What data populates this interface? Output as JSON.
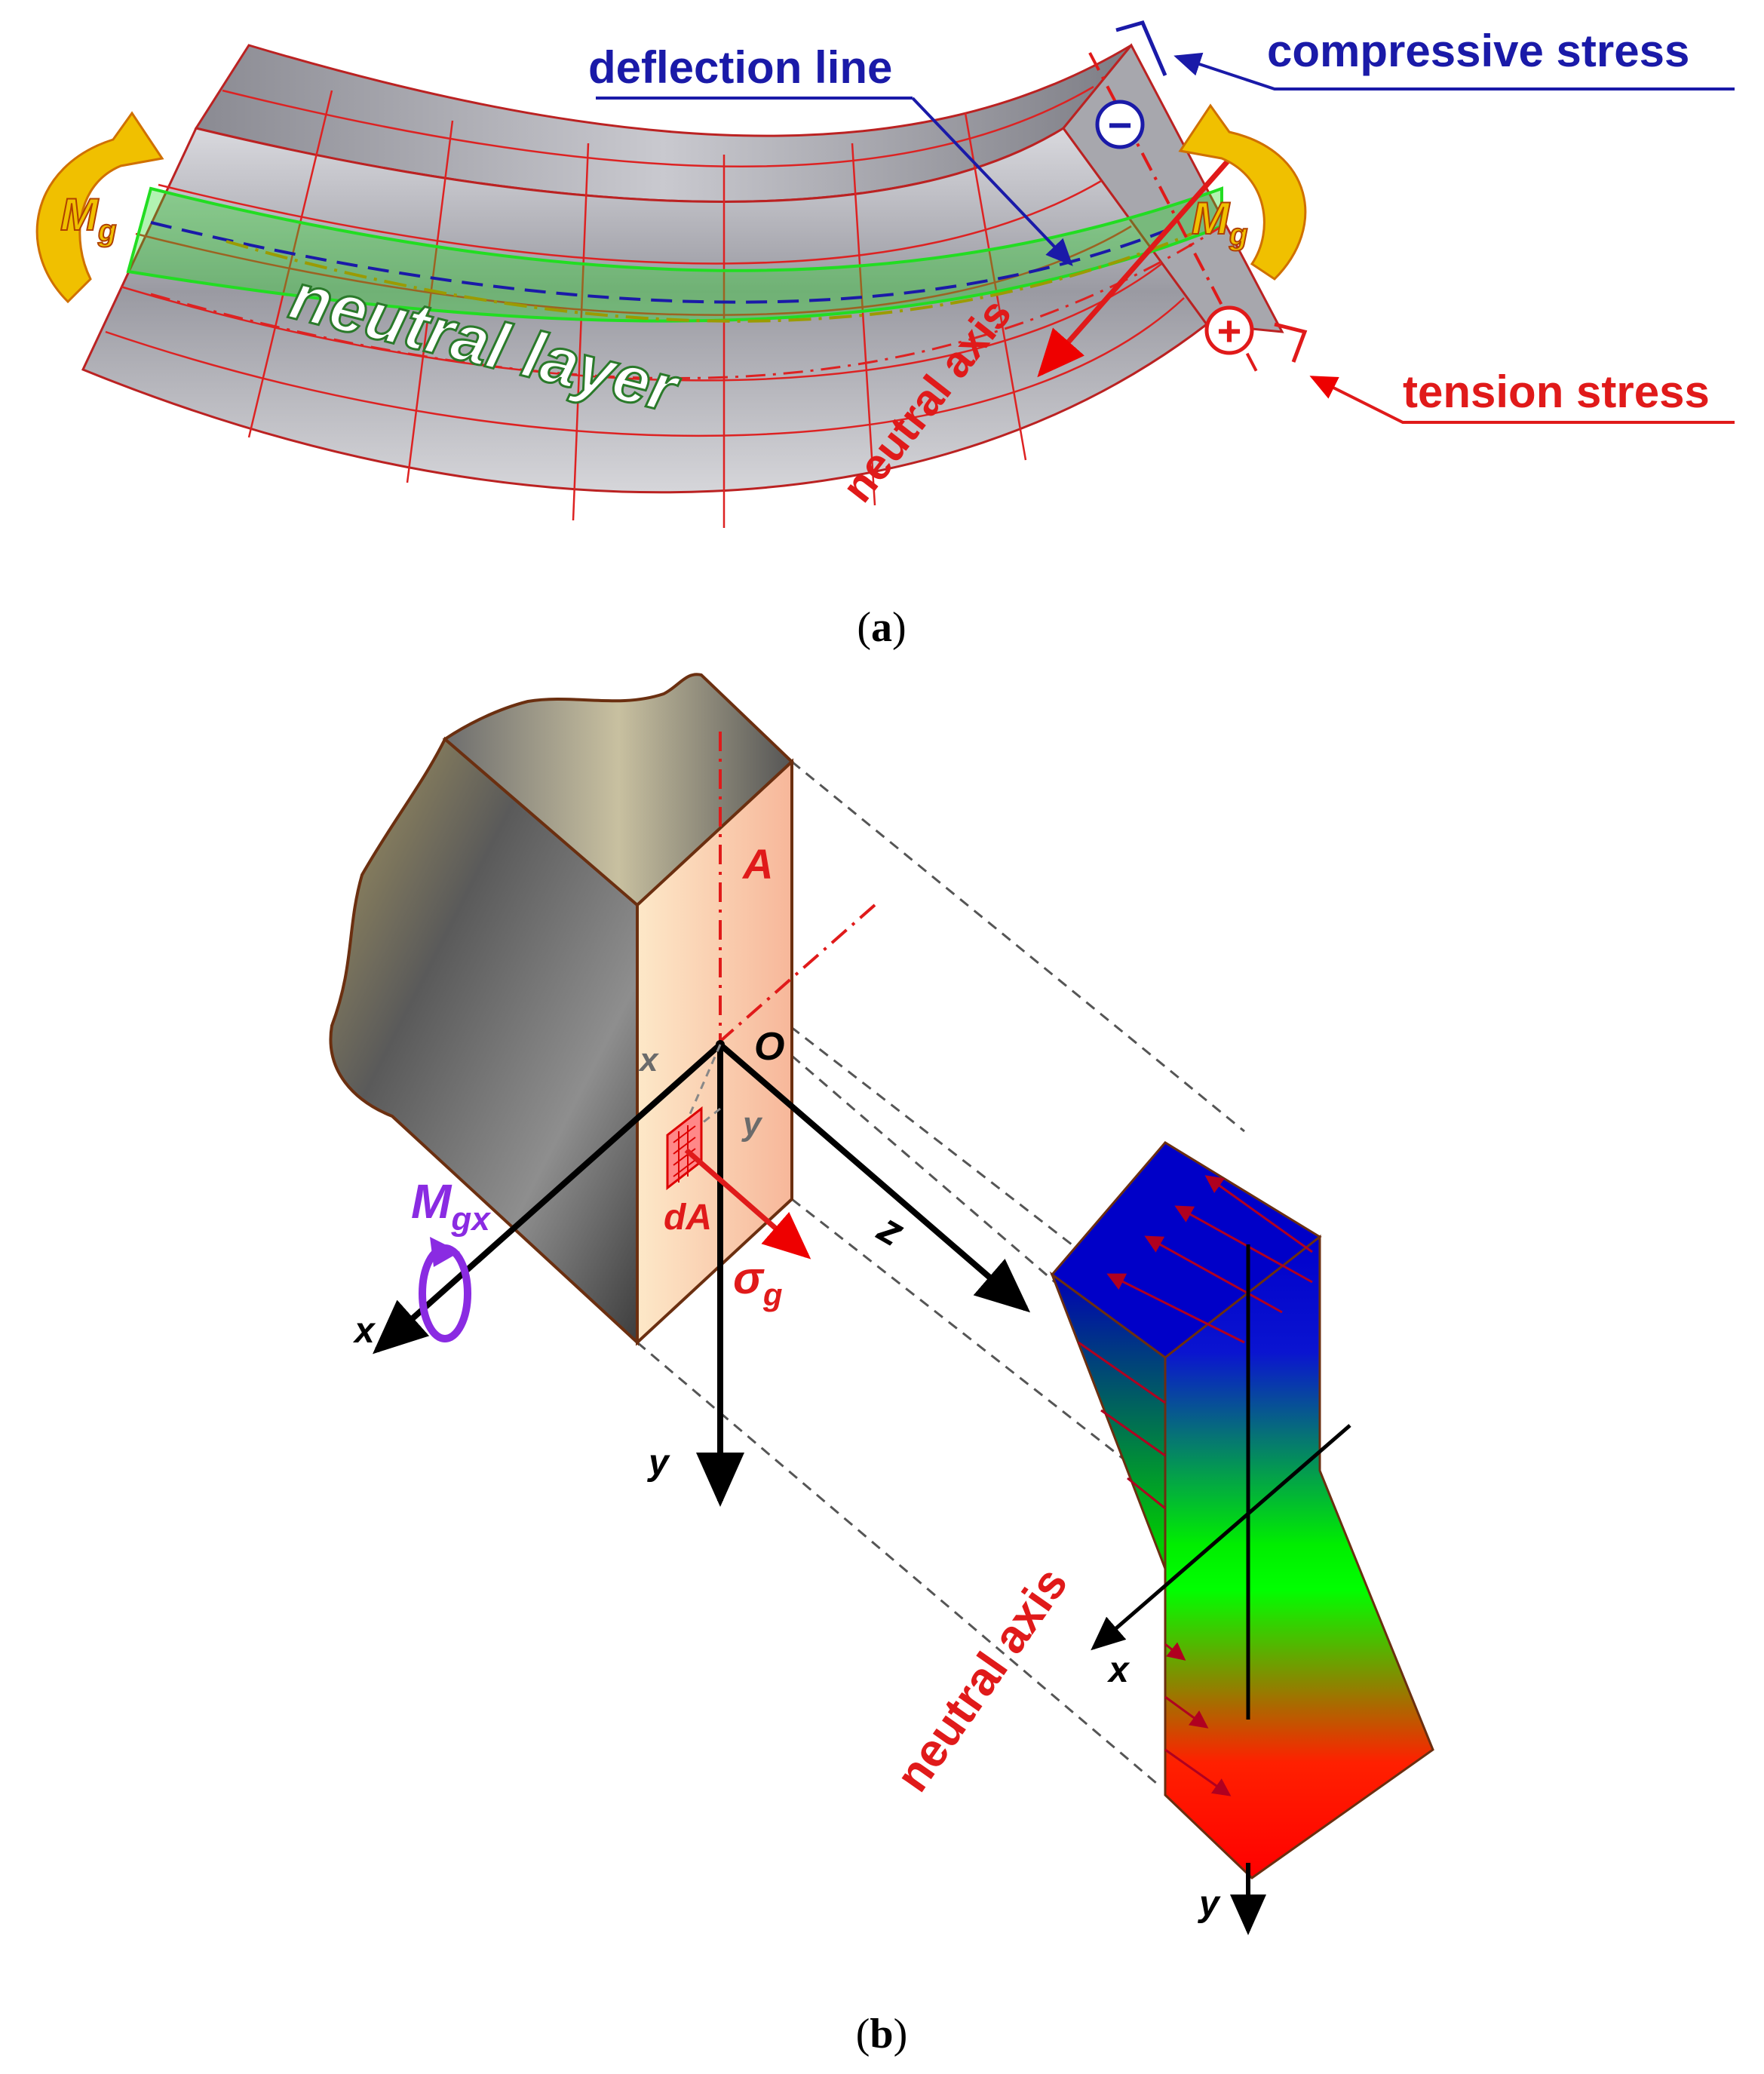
{
  "panel_a": {
    "caption_open": "(",
    "caption_letter": "a",
    "caption_close": ")",
    "label_deflection_line": "deflection line",
    "label_compressive_stress": "compressive stress",
    "label_tension_stress": "tension stress",
    "label_neutral_axis": "neutral axis",
    "label_neutral_layer": "neutral layer",
    "moment_symbol": "M",
    "moment_subscript": "g",
    "sign_minus": "−",
    "sign_plus": "+"
  },
  "panel_b": {
    "caption_open": "(",
    "caption_letter": "b",
    "caption_close": ")",
    "label_A": "A",
    "label_O": "O",
    "label_x_small": "x",
    "label_y_small": "y",
    "label_dA": "dA",
    "label_sigma": "σ",
    "label_sigma_sub": "g",
    "label_z": "z",
    "label_x_axis": "x",
    "label_y_axis": "y",
    "label_Mgx": "M",
    "label_Mgx_sub": "gx",
    "label_neutral_axis": "neutral axis",
    "label_x_right": "x",
    "label_y_right": "y"
  },
  "colors": {
    "compressive": "#1a1aa8",
    "tension": "#ff1a1a",
    "neutral": "#22dd22",
    "moment_arrow": "#f0c000",
    "moment_label": "#8a2be2"
  }
}
